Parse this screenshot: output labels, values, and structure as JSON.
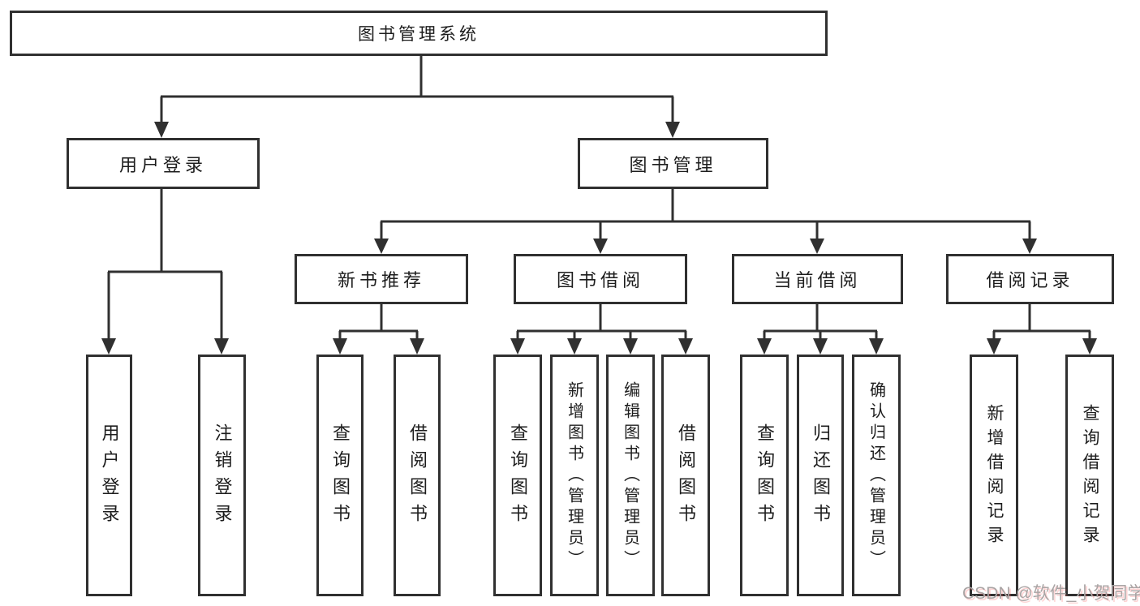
{
  "diagram_title": "图书管理系统",
  "tree": {
    "root": {
      "label": "图书管理系统"
    },
    "branches": [
      {
        "label": "用户登录",
        "children": [
          {
            "label": "用户登录"
          },
          {
            "label": "注销登录"
          }
        ]
      },
      {
        "label": "图书管理",
        "children": [
          {
            "label": "新书推荐",
            "children": [
              {
                "label": "查询图书"
              },
              {
                "label": "借阅图书"
              }
            ]
          },
          {
            "label": "图书借阅",
            "children": [
              {
                "label": "查询图书"
              },
              {
                "label": "新增图书（管理员）"
              },
              {
                "label": "编辑图书（管理员）"
              },
              {
                "label": "借阅图书"
              }
            ]
          },
          {
            "label": "当前借阅",
            "children": [
              {
                "label": "查询图书"
              },
              {
                "label": "归还图书"
              },
              {
                "label": "确认归还（管理员）"
              }
            ]
          },
          {
            "label": "借阅记录",
            "children": [
              {
                "label": "新增借阅记录"
              },
              {
                "label": "查询借阅记录"
              }
            ]
          }
        ]
      }
    ]
  },
  "watermark": {
    "text": "CSDN @软件_小贺同学"
  },
  "colors": {
    "line": "#303030",
    "text": "#1d1d1d",
    "background": "#ffffff",
    "watermark_gray": "#a9a4a4",
    "watermark_red": "#fc5555"
  }
}
